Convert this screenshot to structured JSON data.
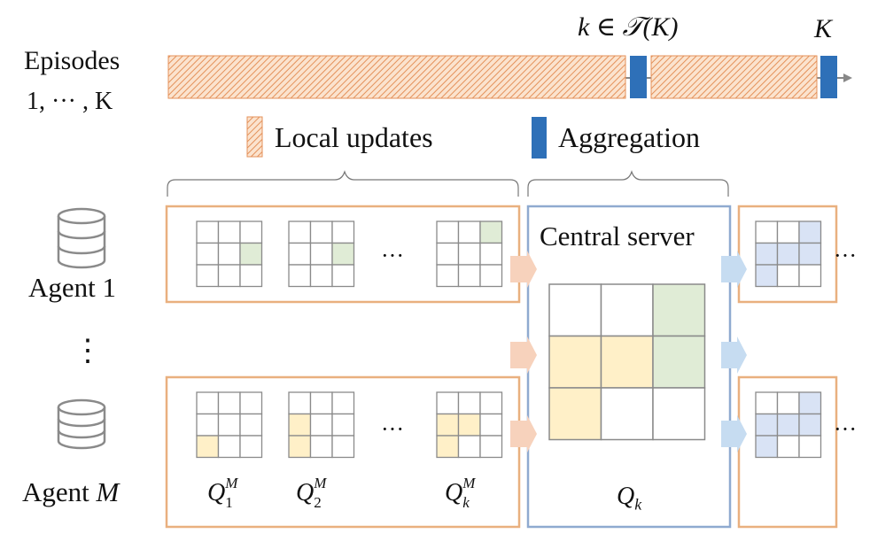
{
  "timeline": {
    "label_line1": "Episodes",
    "label_line2": "1, ··· , K",
    "agg_mark_label": "k ∈ 𝒯(K)",
    "end_mark_label": "K"
  },
  "legend": {
    "local_label": "Local updates",
    "aggregation_label": "Aggregation"
  },
  "agents": {
    "first_label": "Agent 1",
    "vdots": "⋮",
    "last_label_prefix": "Agent ",
    "last_label_var": "M"
  },
  "server": {
    "title": "Central server",
    "q_label": "Q",
    "q_sub": "k"
  },
  "q_labels": [
    {
      "base": "Q",
      "sup": "M",
      "sub": "1"
    },
    {
      "base": "Q",
      "sup": "M",
      "sub": "2"
    },
    {
      "base": "Q",
      "sup": "M",
      "sub": "k"
    }
  ],
  "ellipsis": "···",
  "colors": {
    "orange_border": "#E9B07F",
    "blue_border": "#8FAAD0",
    "hatch_fill": "#FBE3CE",
    "hatch_line": "#E4915A",
    "aggregation_block": "#2E70B8",
    "green_cell": "#E0ECD6",
    "yellow_cell": "#FFF0C8",
    "blue_cell": "#D9E3F5",
    "arrow_orange": "#F7D2BC",
    "arrow_blue": "#C6DCF1"
  }
}
